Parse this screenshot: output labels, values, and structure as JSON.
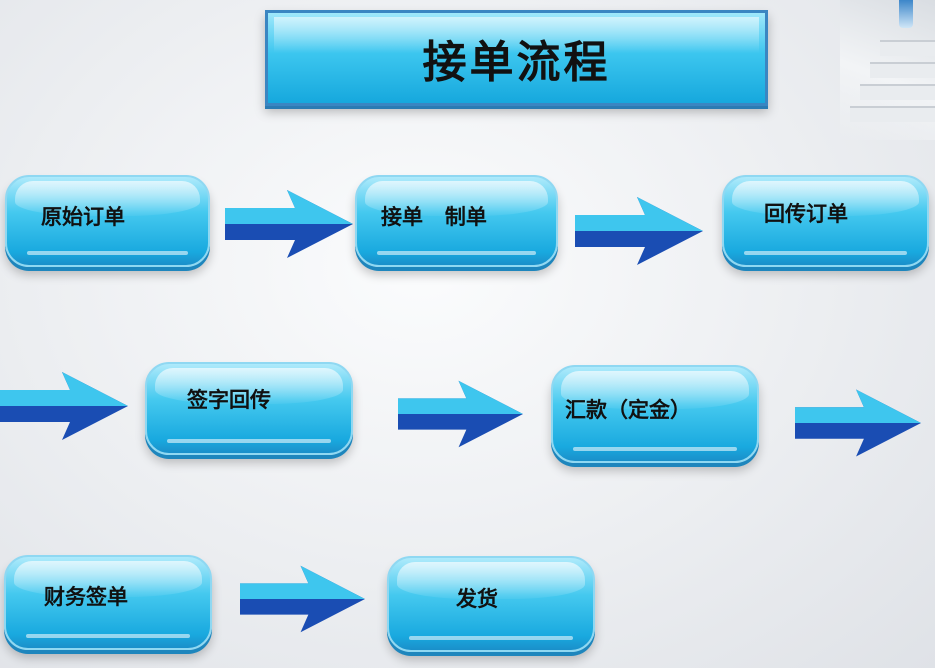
{
  "title": "接单流程",
  "steps": [
    {
      "label": "原始订单"
    },
    {
      "label": "接单   制单"
    },
    {
      "label": "回传订单"
    },
    {
      "label": "签字回传"
    },
    {
      "label": "汇款（定金）"
    },
    {
      "label": "财务签单"
    },
    {
      "label": "发货"
    }
  ],
  "colors": {
    "box_top": "#aeeafb",
    "box_mid": "#45c9ef",
    "box_bottom": "#19a9df",
    "arrow_light": "#3ec6ee",
    "arrow_dark": "#1a4db3",
    "title_border": "#3a86c2"
  }
}
